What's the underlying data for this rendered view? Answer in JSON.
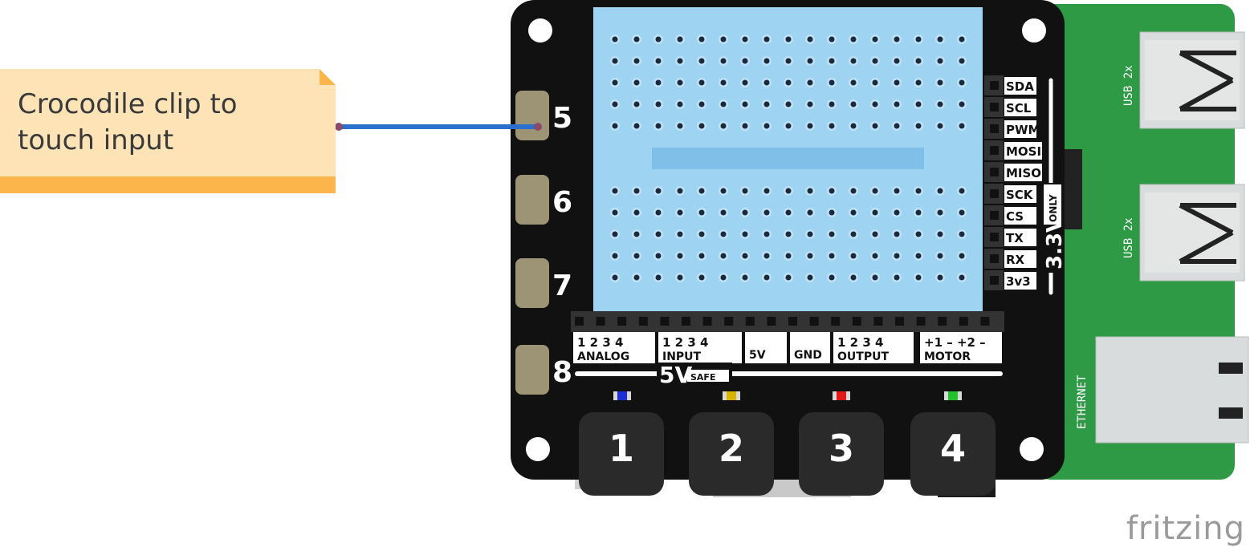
{
  "note": {
    "text": "Crocodile clip to touch input"
  },
  "touch_pads": [
    {
      "label": "5"
    },
    {
      "label": "6"
    },
    {
      "label": "7"
    },
    {
      "label": "8"
    }
  ],
  "right_pins": [
    {
      "label": "SDA"
    },
    {
      "label": "SCL"
    },
    {
      "label": "PWM"
    },
    {
      "label": "MOSI"
    },
    {
      "label": "MISO"
    },
    {
      "label": "SCK"
    },
    {
      "label": "CS"
    },
    {
      "label": "TX"
    },
    {
      "label": "RX"
    },
    {
      "label": "3v3"
    }
  ],
  "voltage_33": {
    "big": "3.3V",
    "small": "ONLY"
  },
  "bottom_headers": [
    {
      "nums": "1  2  3  4",
      "name": "ANALOG"
    },
    {
      "nums": "1  2  3  4",
      "name": "INPUT"
    },
    {
      "nums": "",
      "name": "5V"
    },
    {
      "nums": "",
      "name": "GND"
    },
    {
      "nums": "1  2  3  4",
      "name": "OUTPUT"
    },
    {
      "nums": "+1 –  +2 –",
      "name": "MOTOR"
    }
  ],
  "voltage_5": {
    "big": "5V",
    "small": "SAFE"
  },
  "leds": [
    {
      "color": "#1f2fd6"
    },
    {
      "color": "#d8b400"
    },
    {
      "color": "#e01818"
    },
    {
      "color": "#22c22a"
    }
  ],
  "buttons": [
    {
      "label": "1"
    },
    {
      "label": "2"
    },
    {
      "label": "3"
    },
    {
      "label": "4"
    }
  ],
  "usb_ports": [
    {
      "label": "USB 2x"
    },
    {
      "label": "USB 2x"
    }
  ],
  "ethernet": {
    "label": "ETHERNET"
  },
  "logo": {
    "text": "fritzing"
  },
  "colors": {
    "board": "#111111",
    "breadboard": "#9fd3f2",
    "pi_green": "#2f9a45",
    "note_fill": "#fde3b5",
    "note_accent": "#fbb54b",
    "wire": "#2b6fcf",
    "pad": "#9d9375"
  }
}
